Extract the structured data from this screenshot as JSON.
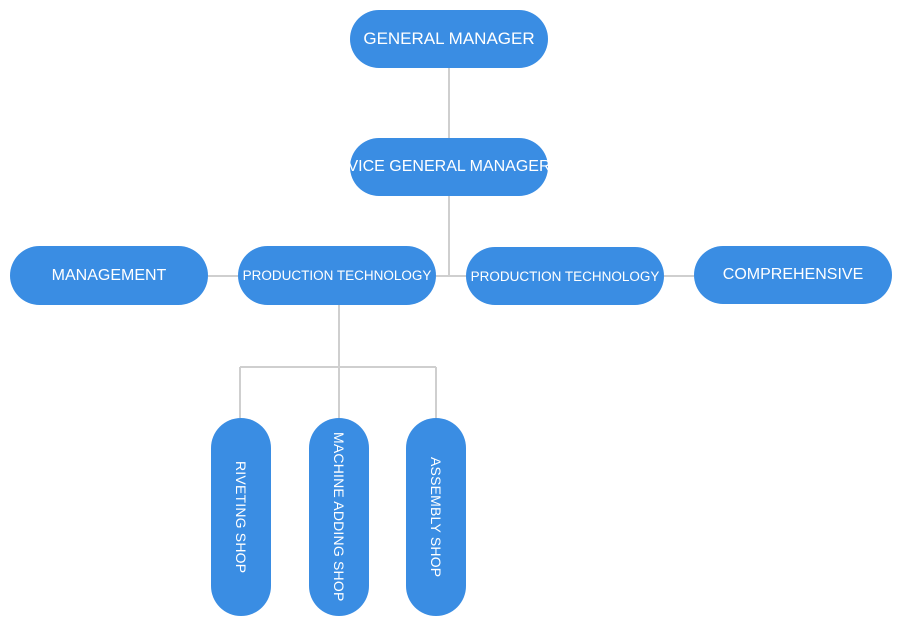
{
  "org_chart": {
    "general_manager": "GENERAL MANAGER",
    "vice_general_manager": "VICE GENERAL MANAGER",
    "departments": {
      "management": "MANAGEMENT",
      "production_technology_left": "PRODUCTION TECHNOLOGY",
      "production_technology_right": "PRODUCTION TECHNOLOGY",
      "comprehensive": "COMPREHENSIVE"
    },
    "shops": [
      "RIVETING SHOP",
      "MACHINE ADDING SHOP",
      "ASSEMBLY SHOP"
    ]
  },
  "colors": {
    "node_fill": "#3a8de3",
    "node_text": "#ffffff",
    "connector": "#cfcfcf",
    "background": "#ffffff"
  }
}
